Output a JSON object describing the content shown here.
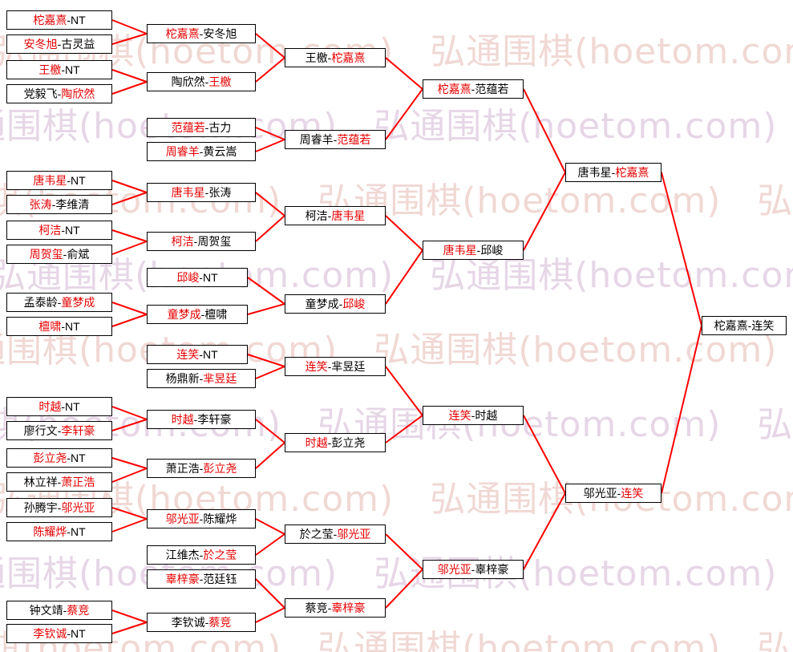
{
  "watermark": "弘通围棋(hoetom.com)",
  "sep": "-",
  "colors": {
    "winner_text": "#e60000",
    "loser_text": "#000000",
    "line": "#ff0000",
    "box_border": "#000000",
    "watermark_pink": "#f0d8d4",
    "watermark_purple": "#e6d6e6"
  },
  "matches": {
    "t1": {
      "a": "柁嘉熹",
      "ac": "rd",
      "b": "NT",
      "bc": "bk"
    },
    "t2": {
      "a": "安冬旭",
      "ac": "rd",
      "b": "古灵益",
      "bc": "bk"
    },
    "t3": {
      "a": "王檄",
      "ac": "rd",
      "b": "NT",
      "bc": "bk"
    },
    "t4": {
      "a": "党毅飞",
      "ac": "bk",
      "b": "陶欣然",
      "bc": "rd"
    },
    "t5": {
      "a": "柁嘉熹",
      "ac": "rd",
      "b": "安冬旭",
      "bc": "bk"
    },
    "t6": {
      "a": "陶欣然",
      "ac": "bk",
      "b": "王檄",
      "bc": "rd"
    },
    "t7": {
      "a": "王檄",
      "ac": "bk",
      "b": "柁嘉熹",
      "bc": "rd"
    },
    "t8": {
      "a": "范蕴若",
      "ac": "rd",
      "b": "古力",
      "bc": "bk"
    },
    "t9": {
      "a": "周睿羊",
      "ac": "rd",
      "b": "黄云嵩",
      "bc": "bk"
    },
    "t10": {
      "a": "周睿羊",
      "ac": "bk",
      "b": "范蕴若",
      "bc": "rd"
    },
    "t11": {
      "a": "柁嘉熹",
      "ac": "rd",
      "b": "范蕴若",
      "bc": "bk"
    },
    "t12": {
      "a": "唐韦星",
      "ac": "rd",
      "b": "NT",
      "bc": "bk"
    },
    "t13": {
      "a": "张涛",
      "ac": "rd",
      "b": "李维清",
      "bc": "bk"
    },
    "t14": {
      "a": "唐韦星",
      "ac": "rd",
      "b": "张涛",
      "bc": "bk"
    },
    "t15": {
      "a": "柯洁",
      "ac": "rd",
      "b": "NT",
      "bc": "bk"
    },
    "t16": {
      "a": "周贺玺",
      "ac": "rd",
      "b": "俞斌",
      "bc": "bk"
    },
    "t17": {
      "a": "柯洁",
      "ac": "rd",
      "b": "周贺玺",
      "bc": "bk"
    },
    "t18": {
      "a": "柯洁",
      "ac": "bk",
      "b": "唐韦星",
      "bc": "rd"
    },
    "t19": {
      "a": "邱峻",
      "ac": "rd",
      "b": "NT",
      "bc": "bk"
    },
    "t20": {
      "a": "孟泰龄",
      "ac": "bk",
      "b": "童梦成",
      "bc": "rd"
    },
    "t21": {
      "a": "檀啸",
      "ac": "rd",
      "b": "NT",
      "bc": "bk"
    },
    "t22": {
      "a": "童梦成",
      "ac": "rd",
      "b": "檀啸",
      "bc": "bk"
    },
    "t23": {
      "a": "童梦成",
      "ac": "bk",
      "b": "邱峻",
      "bc": "rd"
    },
    "t24": {
      "a": "唐韦星",
      "ac": "rd",
      "b": "邱峻",
      "bc": "bk"
    },
    "t25": {
      "a": "唐韦星",
      "ac": "bk",
      "b": "柁嘉熹",
      "bc": "rd"
    },
    "b1": {
      "a": "连笑",
      "ac": "rd",
      "b": "NT",
      "bc": "bk"
    },
    "b2": {
      "a": "杨鼎新",
      "ac": "bk",
      "b": "芈昱廷",
      "bc": "rd"
    },
    "b3": {
      "a": "连笑",
      "ac": "rd",
      "b": "芈昱廷",
      "bc": "bk"
    },
    "b4": {
      "a": "时越",
      "ac": "rd",
      "b": "NT",
      "bc": "bk"
    },
    "b5": {
      "a": "廖行文",
      "ac": "bk",
      "b": "李轩豪",
      "bc": "rd"
    },
    "b6": {
      "a": "时越",
      "ac": "rd",
      "b": "李轩豪",
      "bc": "bk"
    },
    "b7": {
      "a": "彭立尧",
      "ac": "rd",
      "b": "NT",
      "bc": "bk"
    },
    "b8": {
      "a": "林立祥",
      "ac": "bk",
      "b": "萧正浩",
      "bc": "rd"
    },
    "b9": {
      "a": "萧正浩",
      "ac": "bk",
      "b": "彭立尧",
      "bc": "rd"
    },
    "b10": {
      "a": "时越",
      "ac": "rd",
      "b": "彭立尧",
      "bc": "bk"
    },
    "b11": {
      "a": "连笑",
      "ac": "rd",
      "b": "时越",
      "bc": "bk"
    },
    "b12": {
      "a": "孙腾宇",
      "ac": "bk",
      "b": "邬光亚",
      "bc": "rd"
    },
    "b13": {
      "a": "陈耀烨",
      "ac": "rd",
      "b": "NT",
      "bc": "bk"
    },
    "b14": {
      "a": "邬光亚",
      "ac": "rd",
      "b": "陈耀烨",
      "bc": "bk"
    },
    "b15": {
      "a": "江维杰",
      "ac": "bk",
      "b": "於之莹",
      "bc": "rd"
    },
    "b16": {
      "a": "於之莹",
      "ac": "bk",
      "b": "邬光亚",
      "bc": "rd"
    },
    "b17": {
      "a": "辜梓豪",
      "ac": "rd",
      "b": "范廷钰",
      "bc": "bk"
    },
    "b18": {
      "a": "钟文靖",
      "ac": "bk",
      "b": "蔡竞",
      "bc": "rd"
    },
    "b19": {
      "a": "李钦诚",
      "ac": "rd",
      "b": "NT",
      "bc": "bk"
    },
    "b20": {
      "a": "李钦诚",
      "ac": "bk",
      "b": "蔡竞",
      "bc": "rd"
    },
    "b21": {
      "a": "蔡竞",
      "ac": "bk",
      "b": "辜梓豪",
      "bc": "rd"
    },
    "b22": {
      "a": "邬光亚",
      "ac": "rd",
      "b": "辜梓豪",
      "bc": "bk"
    },
    "b23": {
      "a": "邬光亚",
      "ac": "bk",
      "b": "连笑",
      "bc": "rd"
    },
    "f1": {
      "a": "柁嘉熹",
      "ac": "bk",
      "b": "连笑",
      "bc": "bk"
    }
  },
  "links": [
    [
      "t1",
      "t5"
    ],
    [
      "t2",
      "t5"
    ],
    [
      "t3",
      "t6"
    ],
    [
      "t4",
      "t6"
    ],
    [
      "t5",
      "t7"
    ],
    [
      "t6",
      "t7"
    ],
    [
      "t8",
      "t10"
    ],
    [
      "t9",
      "t10"
    ],
    [
      "t7",
      "t11"
    ],
    [
      "t10",
      "t11"
    ],
    [
      "t12",
      "t14"
    ],
    [
      "t13",
      "t14"
    ],
    [
      "t15",
      "t17"
    ],
    [
      "t16",
      "t17"
    ],
    [
      "t14",
      "t18"
    ],
    [
      "t17",
      "t18"
    ],
    [
      "t20",
      "t22"
    ],
    [
      "t21",
      "t22"
    ],
    [
      "t19",
      "t23"
    ],
    [
      "t22",
      "t23"
    ],
    [
      "t18",
      "t24"
    ],
    [
      "t23",
      "t24"
    ],
    [
      "t11",
      "t25"
    ],
    [
      "t24",
      "t25"
    ],
    [
      "b1",
      "b3"
    ],
    [
      "b2",
      "b3"
    ],
    [
      "b4",
      "b6"
    ],
    [
      "b5",
      "b6"
    ],
    [
      "b7",
      "b9"
    ],
    [
      "b8",
      "b9"
    ],
    [
      "b6",
      "b10"
    ],
    [
      "b9",
      "b10"
    ],
    [
      "b3",
      "b11"
    ],
    [
      "b10",
      "b11"
    ],
    [
      "b12",
      "b14"
    ],
    [
      "b13",
      "b14"
    ],
    [
      "b14",
      "b16"
    ],
    [
      "b15",
      "b16"
    ],
    [
      "b18",
      "b20"
    ],
    [
      "b19",
      "b20"
    ],
    [
      "b17",
      "b21"
    ],
    [
      "b20",
      "b21"
    ],
    [
      "b16",
      "b22"
    ],
    [
      "b21",
      "b22"
    ],
    [
      "b11",
      "b23"
    ],
    [
      "b22",
      "b23"
    ],
    [
      "t25",
      "f1"
    ],
    [
      "b23",
      "f1"
    ]
  ]
}
